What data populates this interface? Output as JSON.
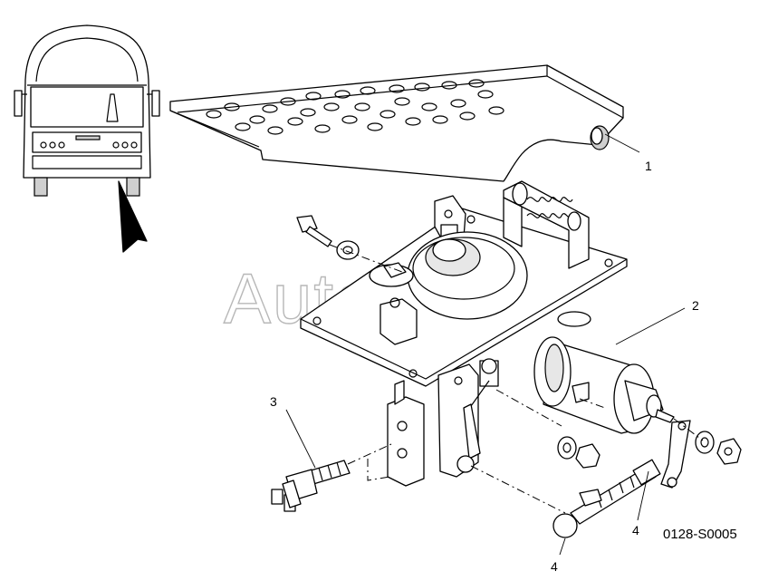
{
  "diagram": {
    "drawing_code": "0128-S0005",
    "watermark": "AutoSoft",
    "callouts": [
      {
        "id": "c1",
        "label": "1"
      },
      {
        "id": "c2",
        "label": "2"
      },
      {
        "id": "c3",
        "label": "3"
      },
      {
        "id": "c4a",
        "label": "4"
      },
      {
        "id": "c4b",
        "label": "4"
      }
    ]
  }
}
